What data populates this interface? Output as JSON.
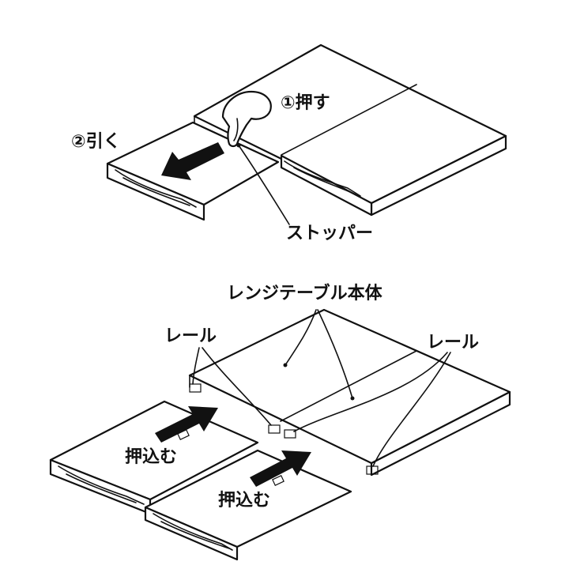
{
  "top": {
    "step1": "①押す",
    "step2": "②引く",
    "stopper": "ストッパー"
  },
  "bottom": {
    "main_body": "レンジテーブル本体",
    "rail_left": "レール",
    "rail_right": "レール",
    "push_1": "押込む",
    "push_2": "押込む"
  }
}
